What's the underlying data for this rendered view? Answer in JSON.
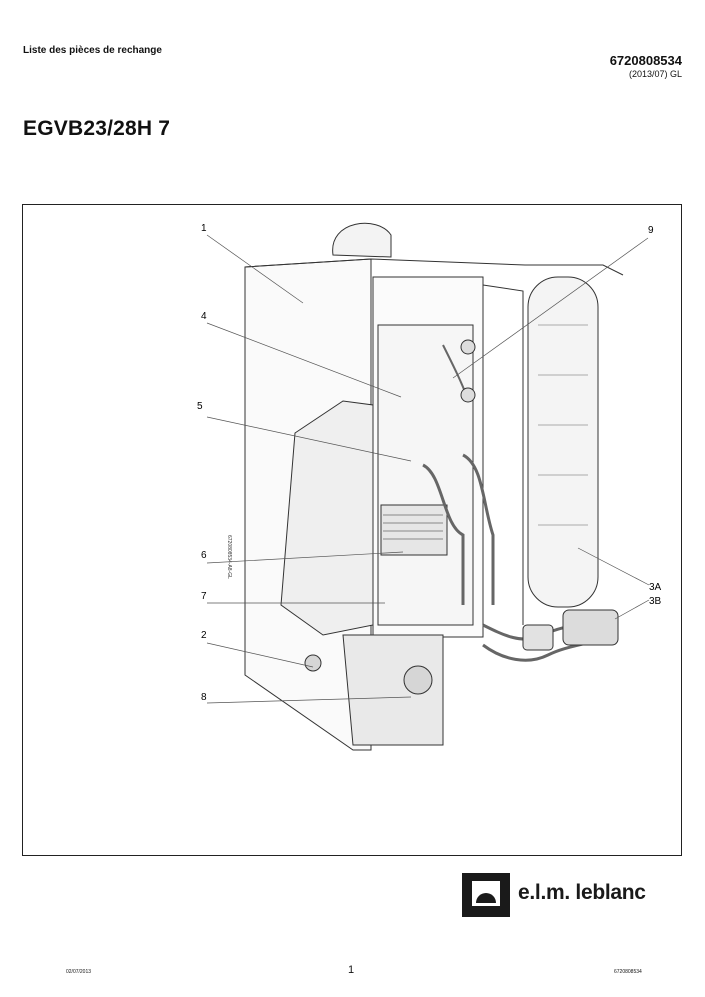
{
  "header": {
    "doc_type": "Liste des pièces de rechange",
    "doc_number": "6720808534",
    "doc_date": "(2013/07) GL"
  },
  "model": "EGVB23/28H 7",
  "diagram": {
    "side_code": "6720808534-A8-GL",
    "callouts": [
      "1",
      "4",
      "5",
      "6",
      "7",
      "2",
      "8",
      "9",
      "3A",
      "3B"
    ]
  },
  "logo": {
    "text": "e.l.m. leblanc"
  },
  "footer": {
    "date": "02/07/2013",
    "page": "1",
    "doc_number": "6720808534"
  }
}
